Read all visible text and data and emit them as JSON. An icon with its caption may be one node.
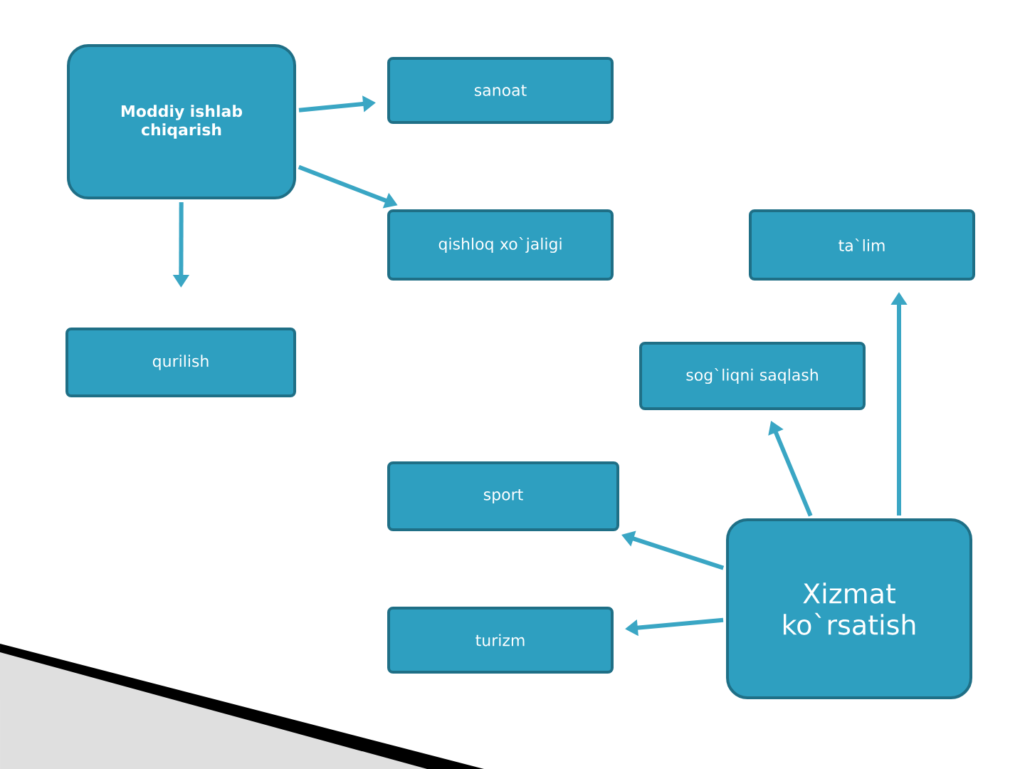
{
  "diagram": {
    "nodes": [
      {
        "text": [
          "Moddiy  ishlab chiqarish"
        ]
      },
      {
        "text": [
          "sanoat"
        ]
      },
      {
        "text": [
          "qishloq xo`jaligi"
        ]
      },
      {
        "text": [
          "ta`lim"
        ]
      },
      {
        "text": [
          "qurilish"
        ]
      },
      {
        "text": [
          "sog`liqni saqlash"
        ]
      },
      {
        "text": [
          "sport"
        ]
      },
      {
        "text": [
          "Xizmat ko`rsatish"
        ]
      },
      {
        "text": [
          "turizm"
        ]
      }
    ],
    "edges": [
      {
        "from": 0,
        "to": 1,
        "arrow": "to"
      },
      {
        "from": 0,
        "to": 2,
        "arrow": "to"
      },
      {
        "from": 0,
        "to": 4,
        "arrow": "to"
      },
      {
        "from": 7,
        "to": 3,
        "arrow": "to"
      },
      {
        "from": 7,
        "to": 5,
        "arrow": "to"
      },
      {
        "from": 7,
        "to": 6,
        "arrow": "to"
      },
      {
        "from": 7,
        "to": 8,
        "arrow": "to"
      }
    ]
  }
}
